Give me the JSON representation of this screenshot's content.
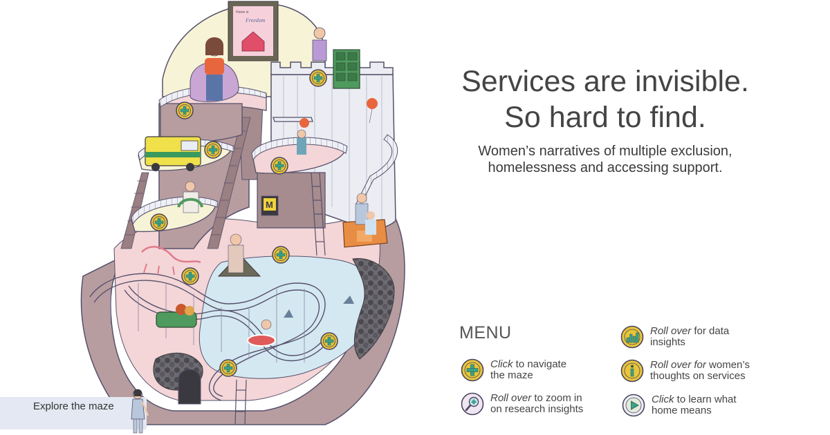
{
  "headline": {
    "line1": "Services are invisible.",
    "line2": "So hard to find."
  },
  "subtitle": {
    "line1": "Women’s narratives of multiple exclusion,",
    "line2": "homelessness and accessing support."
  },
  "poster": {
    "small_text": "Home is",
    "word": "Freedom"
  },
  "menu": {
    "title": "MENU",
    "items": [
      {
        "icon": "plus-coin-icon",
        "verb": "Click",
        "rest1": " to navigate",
        "rest2": "the maze"
      },
      {
        "icon": "magnifier-icon",
        "verb": "Roll over",
        "rest1": " to zoom in",
        "rest2": "on research insights"
      },
      {
        "icon": "bar-chart-icon",
        "verb": "Roll over",
        "rest1": " for data",
        "rest2": "insights"
      },
      {
        "icon": "info-icon",
        "verb": "Roll over for",
        "rest1": " women’s",
        "rest2": "thoughts on services"
      },
      {
        "icon": "play-icon",
        "verb": "Click",
        "rest1": " to learn what",
        "rest2": "home means"
      }
    ]
  },
  "explore": {
    "label": "Explore the maze"
  },
  "colors": {
    "coin": "#e8c53a",
    "coin_ring": "#4a4560",
    "plus": "#3aa38a",
    "wall": "#a68c8f",
    "floor_pink": "#f4d6d8",
    "water": "#d4e8f2",
    "sun": "#f7f3d6",
    "explore_bg": "#e3e8f2"
  }
}
